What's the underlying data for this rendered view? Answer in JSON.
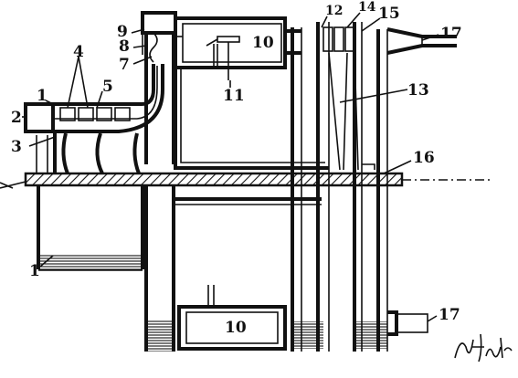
{
  "figure": {
    "labels": {
      "l1_top": "1",
      "l1_bottom": "1",
      "l2": "2",
      "l3": "3",
      "l4": "4",
      "l5": "5",
      "l7": "7",
      "l8": "8",
      "l9": "9",
      "l10_top": "10",
      "l10_bottom": "10",
      "l11": "11",
      "l12": "12",
      "l14": "14",
      "l15": "15",
      "l13": "13",
      "l16": "16",
      "l17_top": "17",
      "l17_bottom": "17"
    },
    "signature": "F. Whittle",
    "colors": {
      "ink": "#111111",
      "paper": "#ffffff"
    }
  }
}
